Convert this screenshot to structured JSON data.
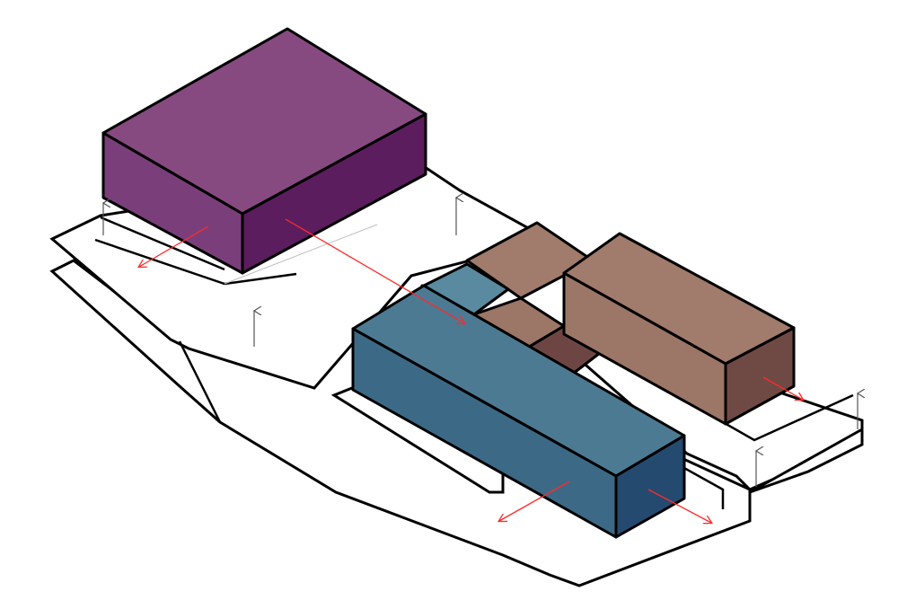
{
  "colors": {
    "background": "#ffffff",
    "outline": "#000000",
    "purple_top": "#874a80",
    "purple_front": "#7a3f7a",
    "purple_side": "#5b1d5e",
    "blue_top": "#4d7a93",
    "blue_front": "#3c6a86",
    "blue_side": "#244a70",
    "blue_light": "#5a8aa0",
    "brown_top": "#a17b6b",
    "brown_front": "#9c7667",
    "brown_side": "#6f4a45",
    "brown_dark": "#6d4644",
    "arrow_red": "#ff2a2a",
    "arrow_gray": "#555555"
  },
  "elements": [
    {
      "name": "purple-volume",
      "kind": "massing block"
    },
    {
      "name": "blue-volume",
      "kind": "massing block"
    },
    {
      "name": "brown-volume-low",
      "kind": "massing block"
    },
    {
      "name": "brown-volume-high",
      "kind": "massing block"
    },
    {
      "name": "site-plates",
      "kind": "ground plane outlines"
    },
    {
      "name": "red-movement-arrows",
      "kind": "direction arrows"
    },
    {
      "name": "gray-lift-arrows",
      "kind": "vertical arrows"
    }
  ]
}
